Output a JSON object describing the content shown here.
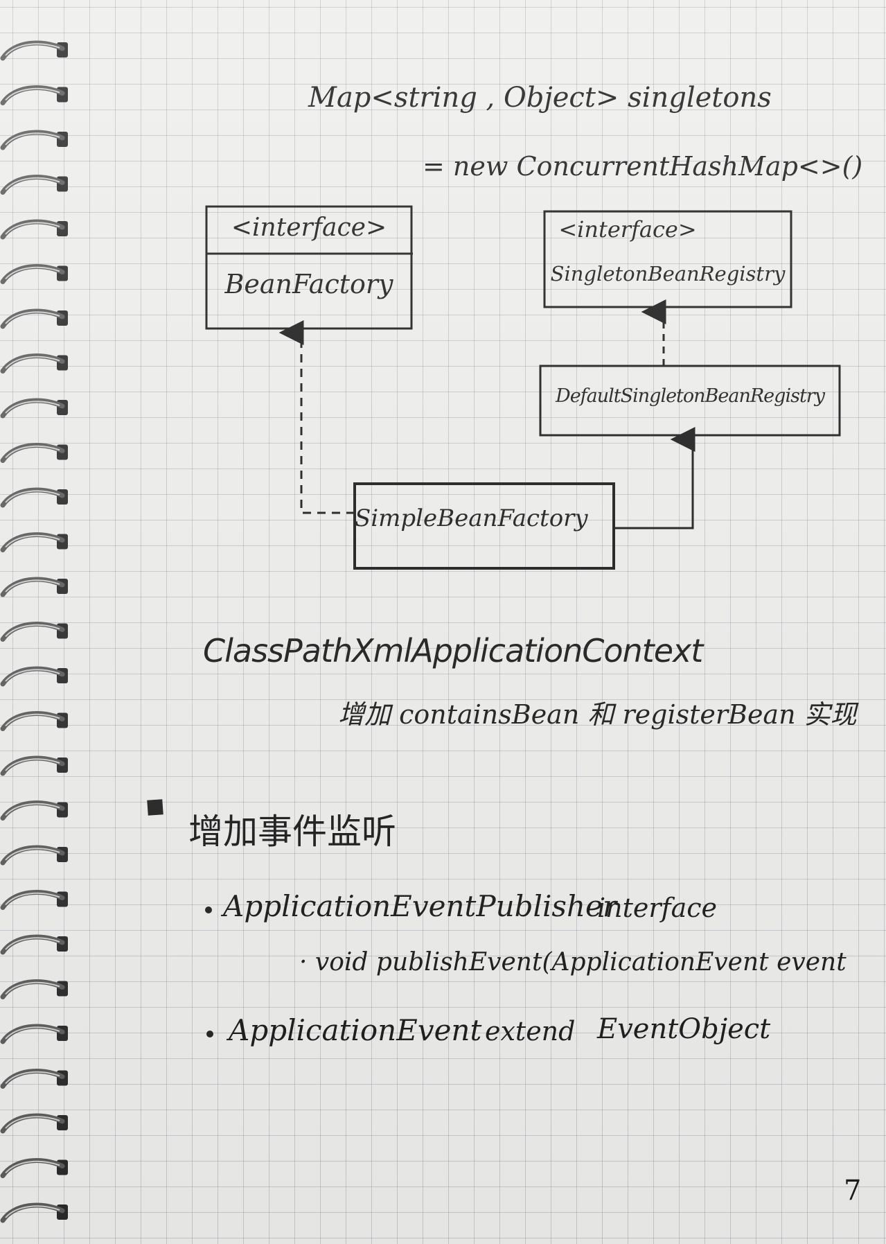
{
  "code": {
    "line1": "Map<string , Object> singletons",
    "line2": "= new ConcurrentHashMap<>()"
  },
  "diagram": {
    "bean_factory": {
      "stereotype": "<interface>",
      "name": "BeanFactory"
    },
    "singleton_bean_registry": {
      "stereotype": "<interface>",
      "name": "SingletonBeanRegistry"
    },
    "default_singleton_bean_registry": {
      "name": "DefaultSingletonBeanRegistry"
    },
    "simple_bean_factory": {
      "name": "SimpleBeanFactory"
    }
  },
  "context": {
    "title": "ClassPathXmlApplicationContext",
    "note": "增加 containsBean 和 registerBean 实现"
  },
  "section": {
    "title": "增加事件监听",
    "items": [
      {
        "name": "ApplicationEventPublisher",
        "kind": "interface",
        "method": "· void publishEvent(ApplicationEvent event"
      },
      {
        "name": "ApplicationEvent",
        "relation": "extend",
        "target": "EventObject"
      }
    ]
  },
  "page_number": "7"
}
